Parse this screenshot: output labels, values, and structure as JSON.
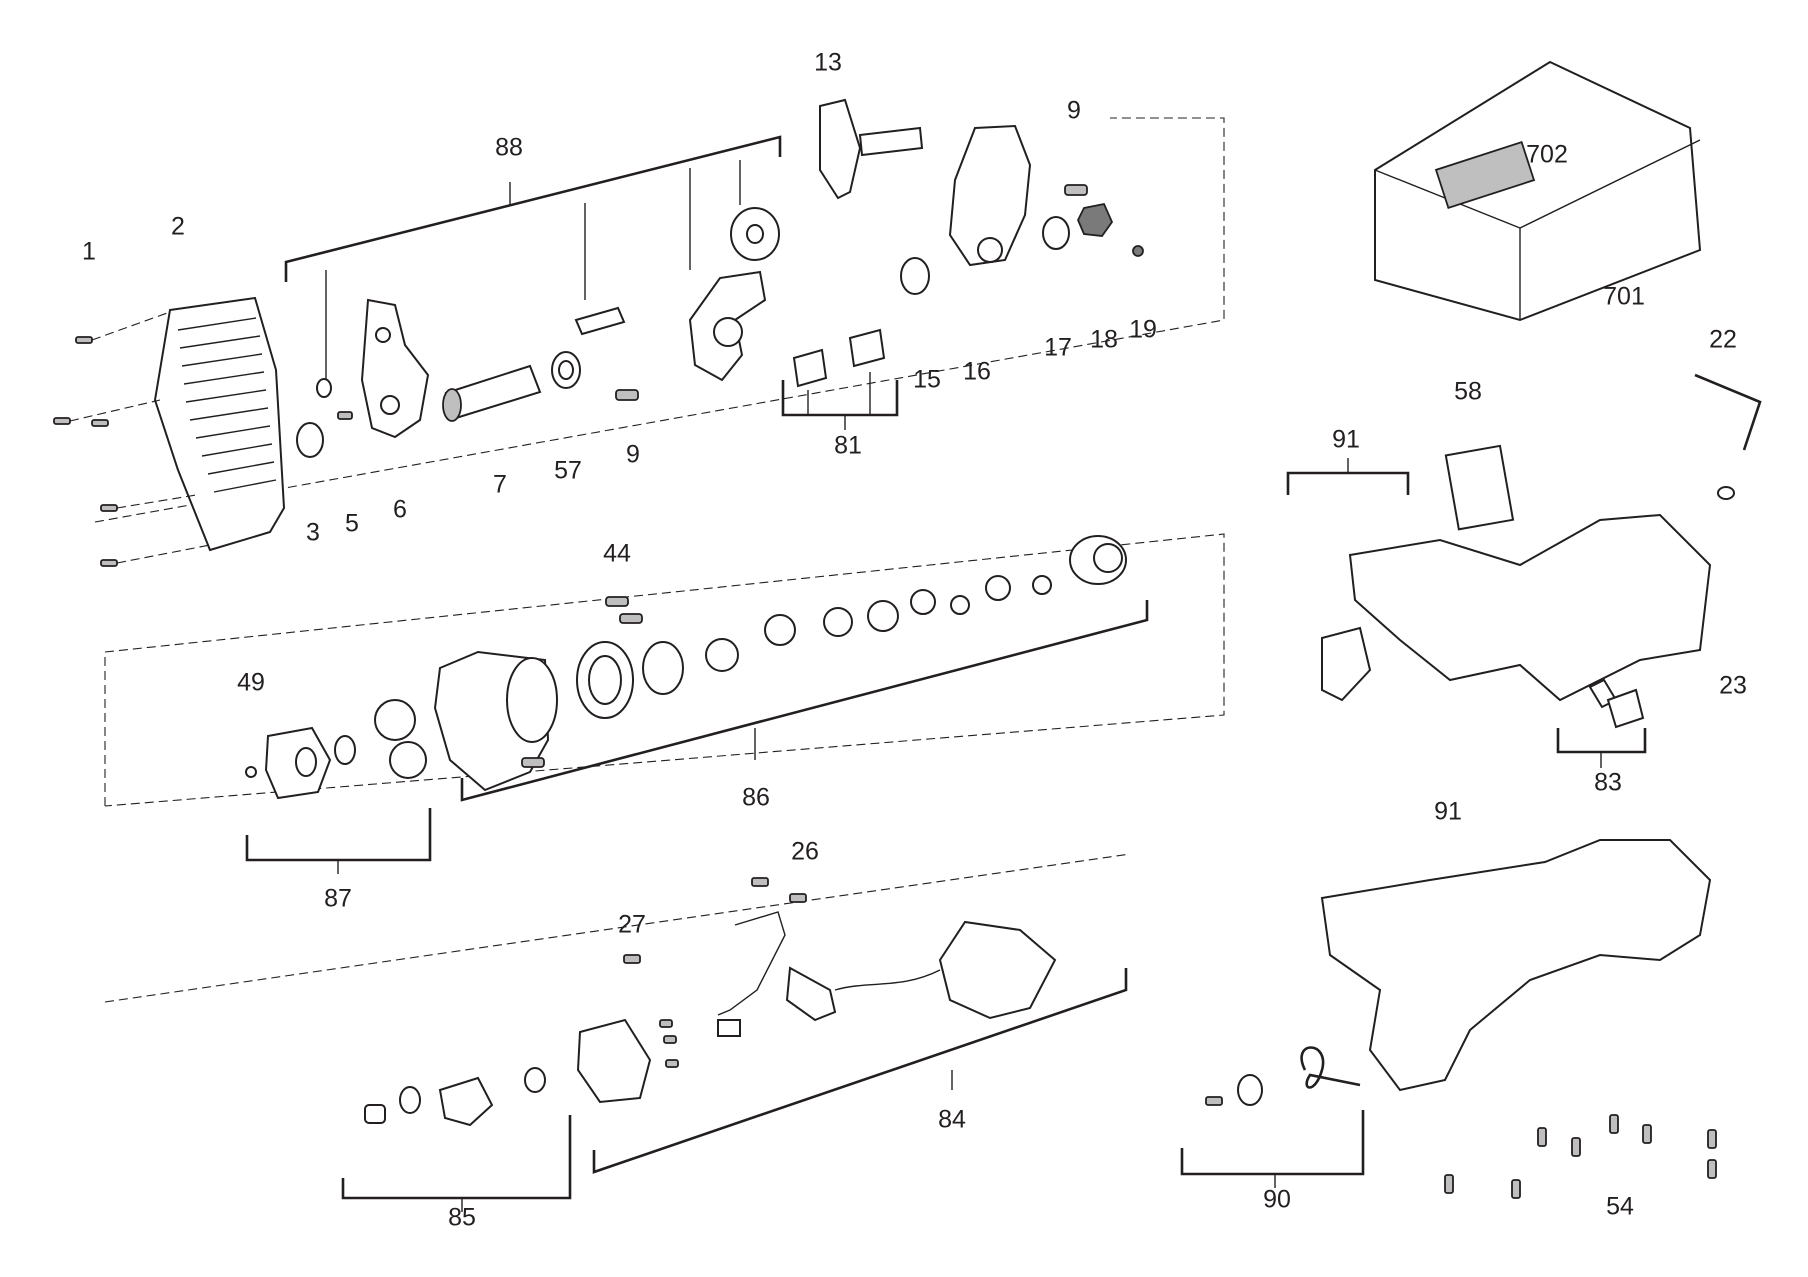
{
  "diagram": {
    "callouts": [
      {
        "id": "c1",
        "text": "1"
      },
      {
        "id": "c2",
        "text": "2"
      },
      {
        "id": "c3",
        "text": "3"
      },
      {
        "id": "c5",
        "text": "5"
      },
      {
        "id": "c6",
        "text": "6"
      },
      {
        "id": "c7",
        "text": "7"
      },
      {
        "id": "c57",
        "text": "57"
      },
      {
        "id": "c9a",
        "text": "9"
      },
      {
        "id": "c88",
        "text": "88"
      },
      {
        "id": "c13",
        "text": "13"
      },
      {
        "id": "c81",
        "text": "81"
      },
      {
        "id": "c9b",
        "text": "9"
      },
      {
        "id": "c15",
        "text": "15"
      },
      {
        "id": "c16",
        "text": "16"
      },
      {
        "id": "c17",
        "text": "17"
      },
      {
        "id": "c18",
        "text": "18"
      },
      {
        "id": "c19",
        "text": "19"
      },
      {
        "id": "c702",
        "text": "702"
      },
      {
        "id": "c701",
        "text": "701"
      },
      {
        "id": "c22",
        "text": "22"
      },
      {
        "id": "c23",
        "text": "23"
      },
      {
        "id": "c58",
        "text": "58"
      },
      {
        "id": "c91a",
        "text": "91"
      },
      {
        "id": "c83",
        "text": "83"
      },
      {
        "id": "c44",
        "text": "44"
      },
      {
        "id": "c49",
        "text": "49"
      },
      {
        "id": "c86",
        "text": "86"
      },
      {
        "id": "c87",
        "text": "87"
      },
      {
        "id": "c26",
        "text": "26"
      },
      {
        "id": "c27",
        "text": "27"
      },
      {
        "id": "c84",
        "text": "84"
      },
      {
        "id": "c85",
        "text": "85"
      },
      {
        "id": "c91b",
        "text": "91"
      },
      {
        "id": "c90",
        "text": "90"
      },
      {
        "id": "c54",
        "text": "54"
      }
    ]
  }
}
